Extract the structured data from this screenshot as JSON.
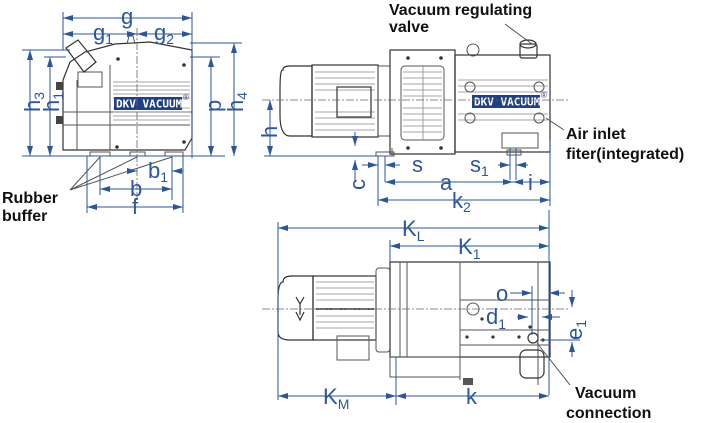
{
  "diagram": {
    "subject": "Rotary vane vacuum pump dimensional drawing",
    "brand_label": "DKV VACUUM",
    "brand_mark": "®",
    "colors": {
      "dimension": "#2a56a0",
      "outline": "#333333",
      "brand_bg": "#1f3f86",
      "note_text": "#111111"
    },
    "annotations": {
      "vacuum_valve_line1": "Vacuum regulating",
      "vacuum_valve_line2": "valve",
      "air_inlet_line1": "Air inlet",
      "air_inlet_line2": "fiter(integrated)",
      "rubber_line1": "Rubber",
      "rubber_line2": "buffer",
      "vac_conn_line1": "Vacuum",
      "vac_conn_line2": "connection"
    },
    "dims": {
      "g": "g",
      "g1": "g",
      "g1_sub": "1",
      "g2": "g",
      "g2_sub": "2",
      "h3": "h",
      "h3_sub": "3",
      "h1": "h",
      "h1_sub": "1",
      "p": "p",
      "h4": "h",
      "h4_sub": "4",
      "b1": "b",
      "b1_sub": "1",
      "b": "b",
      "f": "f",
      "h": "h",
      "c": "c",
      "s": "s",
      "s1": "s",
      "s1_sub": "1",
      "a": "a",
      "i": "i",
      "k2": "k",
      "k2_sub": "2",
      "KL": "K",
      "KL_sub": "L",
      "K1": "K",
      "K1_sub": "1",
      "o": "o",
      "d1": "d",
      "d1_sub": "1",
      "e1": "e",
      "e1_sub": "1",
      "KM": "K",
      "KM_sub": "M",
      "k": "k"
    }
  }
}
